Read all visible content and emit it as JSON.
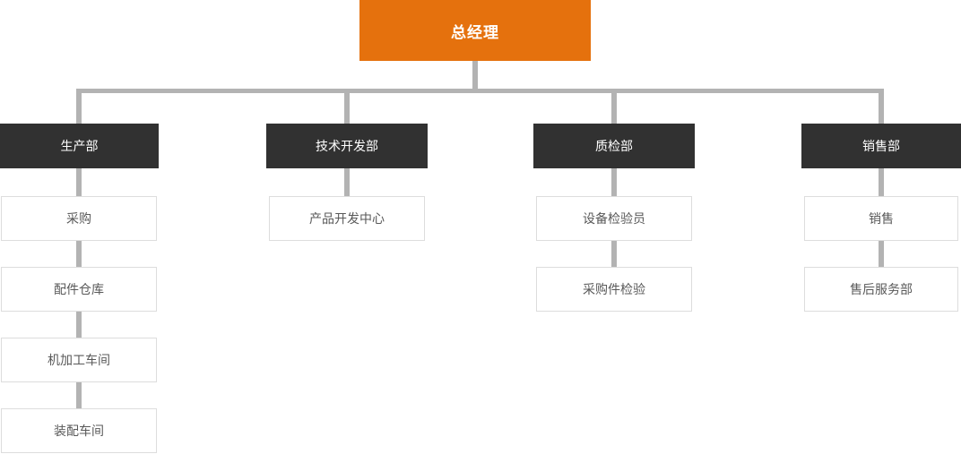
{
  "org": {
    "title": "company-organization-chart",
    "root": {
      "label": "总经理"
    },
    "columns": [
      {
        "head": "生产部",
        "children": [
          "采购",
          "配件仓库",
          "机加工车间",
          "装配车间"
        ]
      },
      {
        "head": "技术开发部",
        "children": [
          "产品开发中心"
        ]
      },
      {
        "head": "质检部",
        "children": [
          "设备检验员",
          "采购件检验"
        ]
      },
      {
        "head": "销售部",
        "children": [
          "销售",
          "售后服务部"
        ]
      }
    ],
    "colors": {
      "root_bg": "#E5710D",
      "dept_bg": "#313131",
      "connector": "#B3B3B3",
      "child_border": "#DDDDDD",
      "child_text": "#595959",
      "root_text": "#FFFFFF",
      "dept_text": "#FFFFFF",
      "page_bg": "#FFFFFF"
    }
  }
}
